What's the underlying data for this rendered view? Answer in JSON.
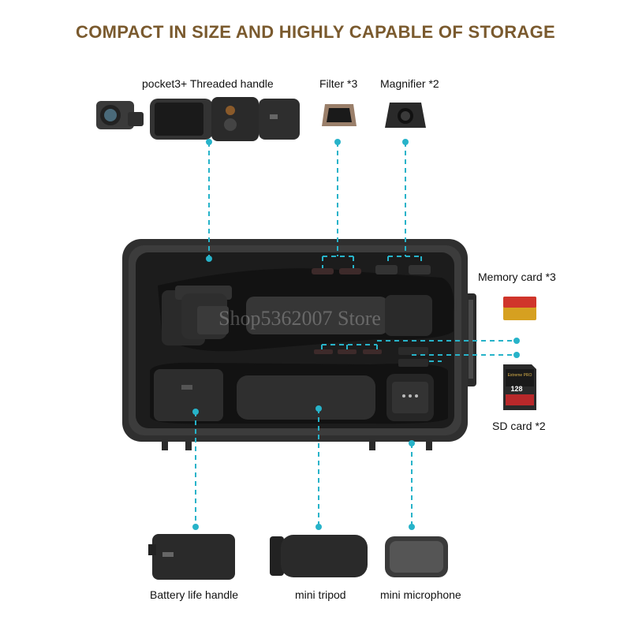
{
  "headline": "COMPACT IN SIZE AND HIGHLY CAPABLE OF STORAGE",
  "labels": {
    "pocket3": "pocket3+ Threaded handle",
    "filter": "Filter *3",
    "magnifier": "Magnifier *2",
    "memory_card": "Memory card *3",
    "sd_card": "SD card *2",
    "battery_handle": "Battery life handle",
    "mini_tripod": "mini tripod",
    "mini_microphone": "mini microphone"
  },
  "watermark": "Shop5362007 Store",
  "sd_card_text": {
    "brand": "Extreme PRO",
    "capacity": "128"
  },
  "colors": {
    "headline": "#7a5a2e",
    "connector": "#27b3c9",
    "case": "#3a3a3a",
    "memory_card_top": "#d0352b",
    "memory_card_bottom": "#d6a020"
  }
}
